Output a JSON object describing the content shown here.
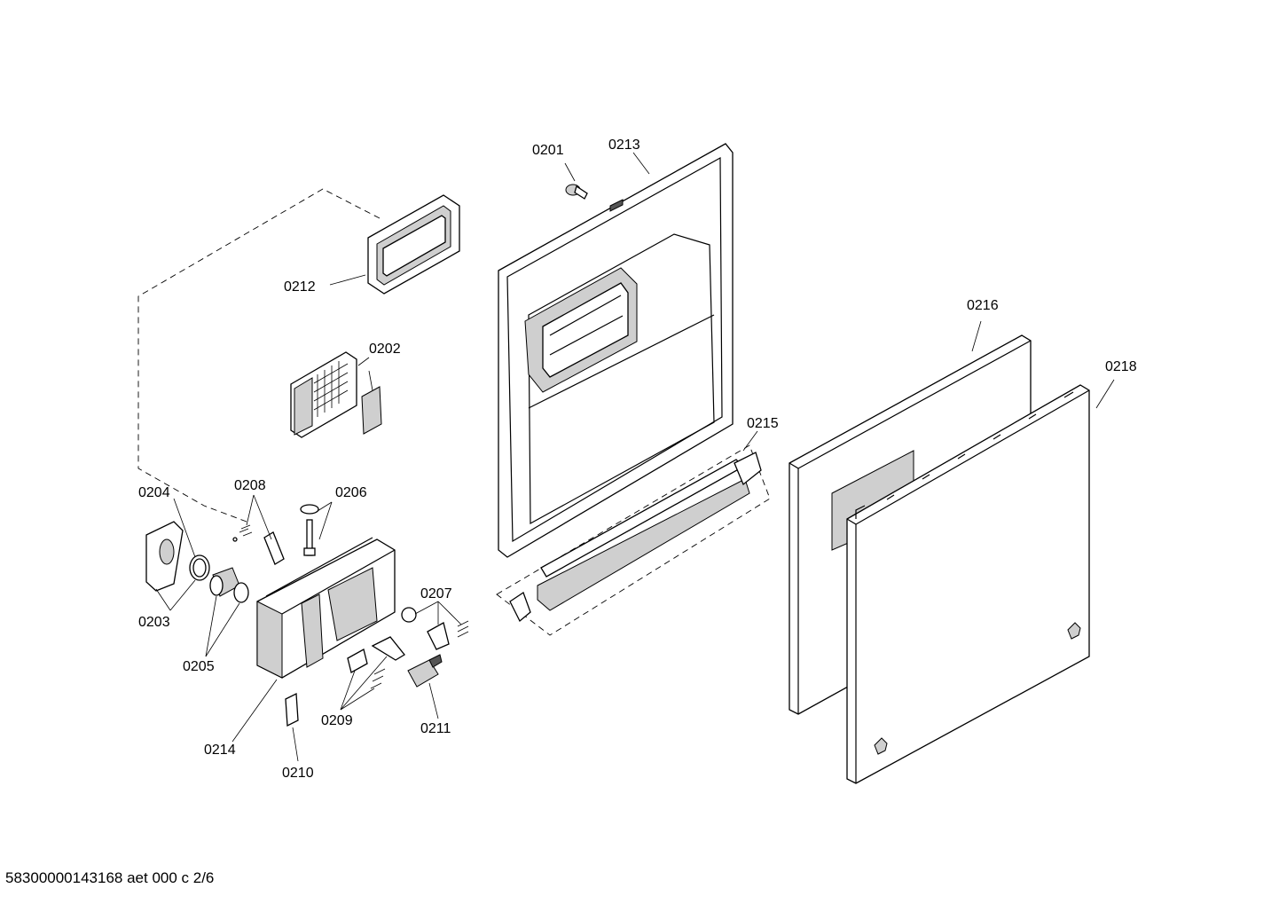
{
  "diagram": {
    "labels": [
      "0201",
      "0213",
      "0212",
      "0202",
      "0216",
      "0218",
      "0215",
      "0204",
      "0208",
      "0206",
      "0203",
      "0205",
      "0207",
      "0209",
      "0211",
      "0214",
      "0210"
    ]
  },
  "footer": {
    "code": "58300000143168 aet 000 c 2/6"
  }
}
